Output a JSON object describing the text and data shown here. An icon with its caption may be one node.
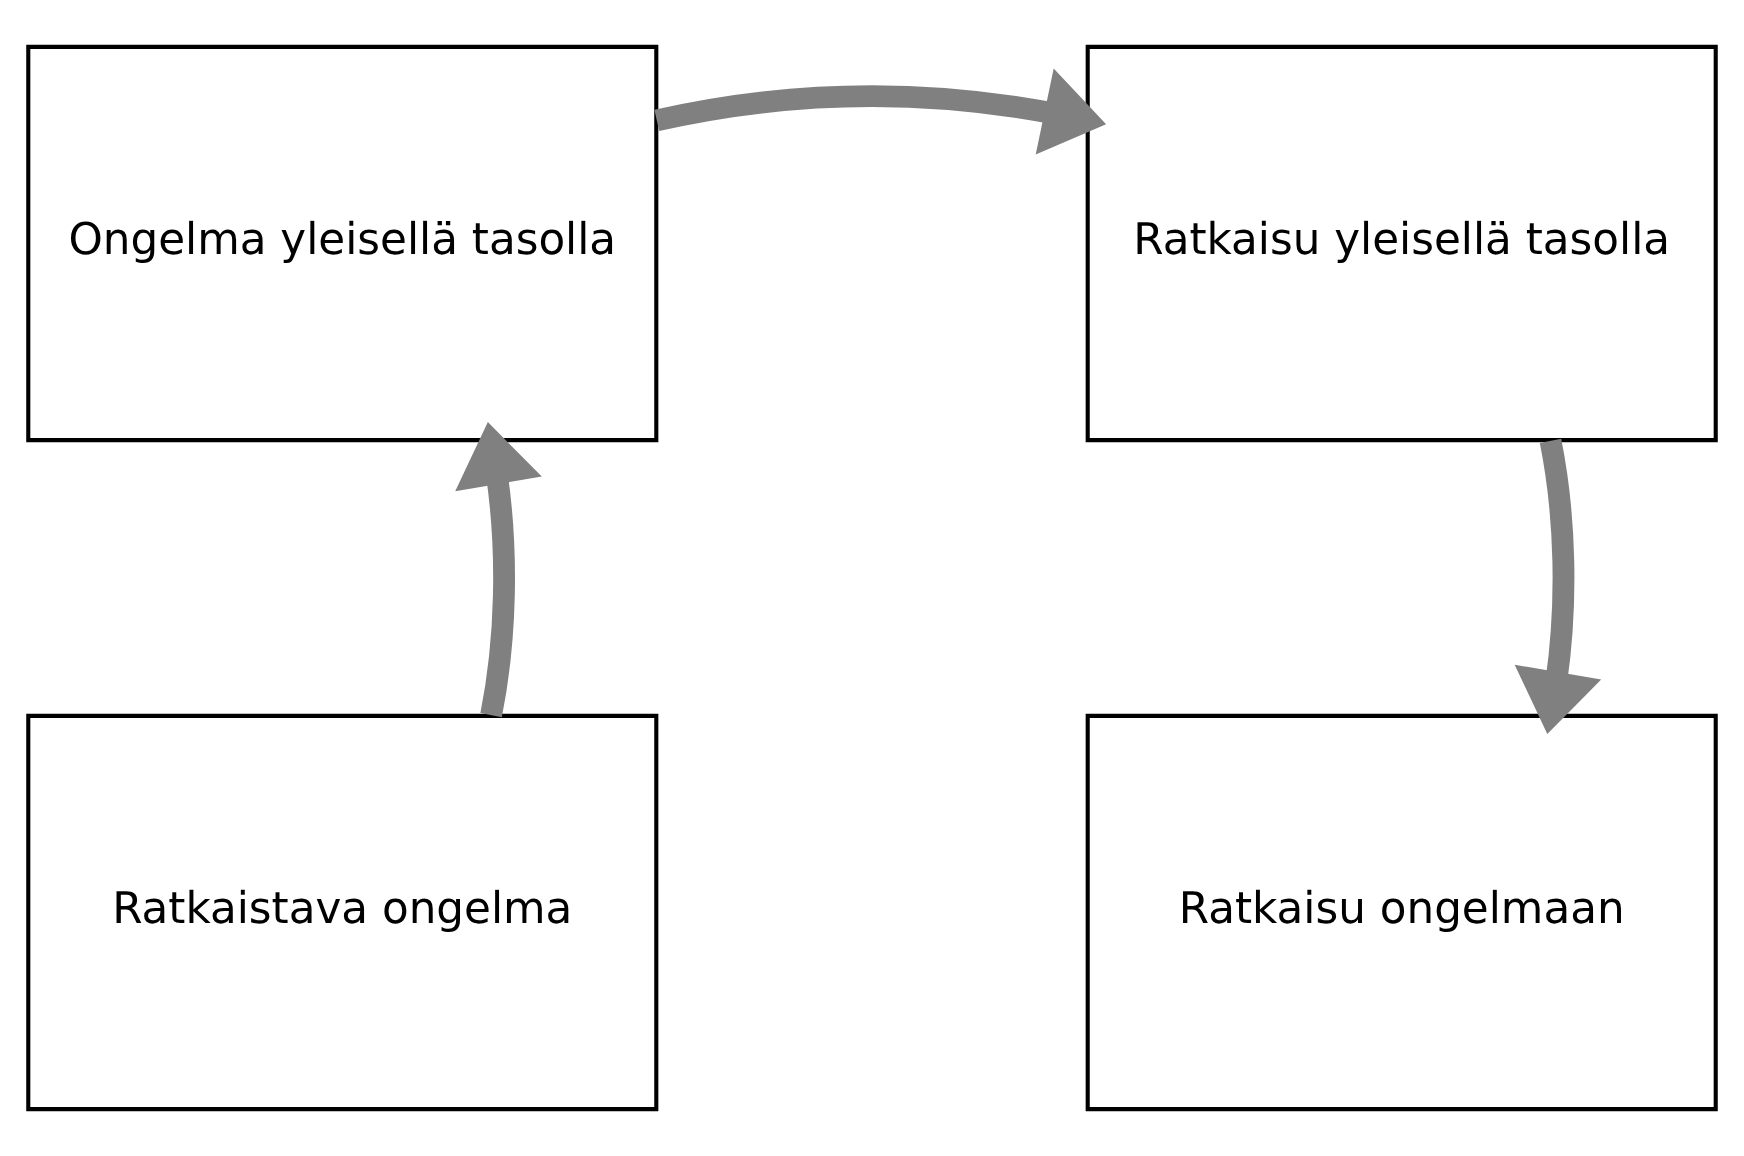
{
  "diagram": {
    "nodes": [
      {
        "text": [
          "Ongelma yleisellä tasolla"
        ]
      },
      {
        "text": [
          "Ratkaisu yleisellä tasolla"
        ]
      },
      {
        "text": [
          "Ratkaistava ongelma"
        ]
      },
      {
        "text": [
          "Ratkaisu ongelmaan"
        ]
      }
    ],
    "edges": [
      {
        "from": 0,
        "to": 1,
        "arrow": "to"
      },
      {
        "from": 1,
        "to": 3,
        "arrow": "to"
      },
      {
        "from": 2,
        "to": 0,
        "arrow": "to"
      }
    ]
  }
}
